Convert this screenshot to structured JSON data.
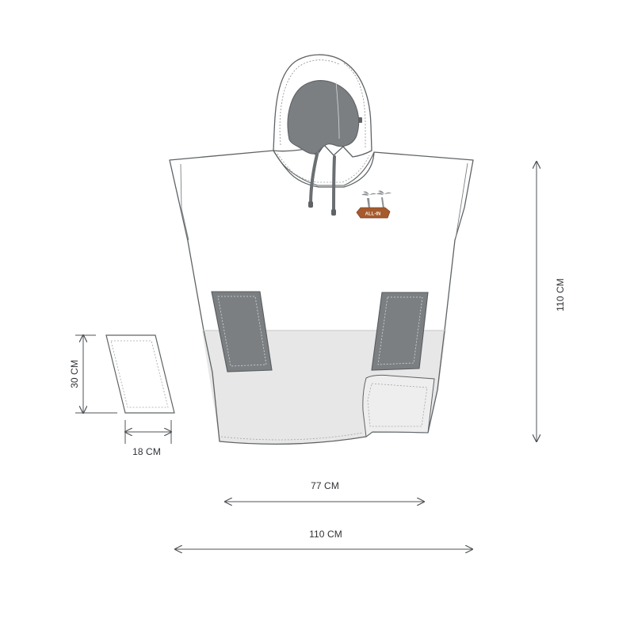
{
  "dimensions": {
    "total_height": "110 CM",
    "chest_width": "77 CM",
    "total_width": "110 CM",
    "pocket_height": "30 CM",
    "pocket_width": "18 CM"
  },
  "badge": {
    "text": "ALL-IN"
  },
  "colors": {
    "outline": "#5f6366",
    "pocket_gray": "#7c7f82",
    "lower_fill": "#e7e7e7",
    "badge_brown": "#a65a2d",
    "text": "#2f3236"
  }
}
